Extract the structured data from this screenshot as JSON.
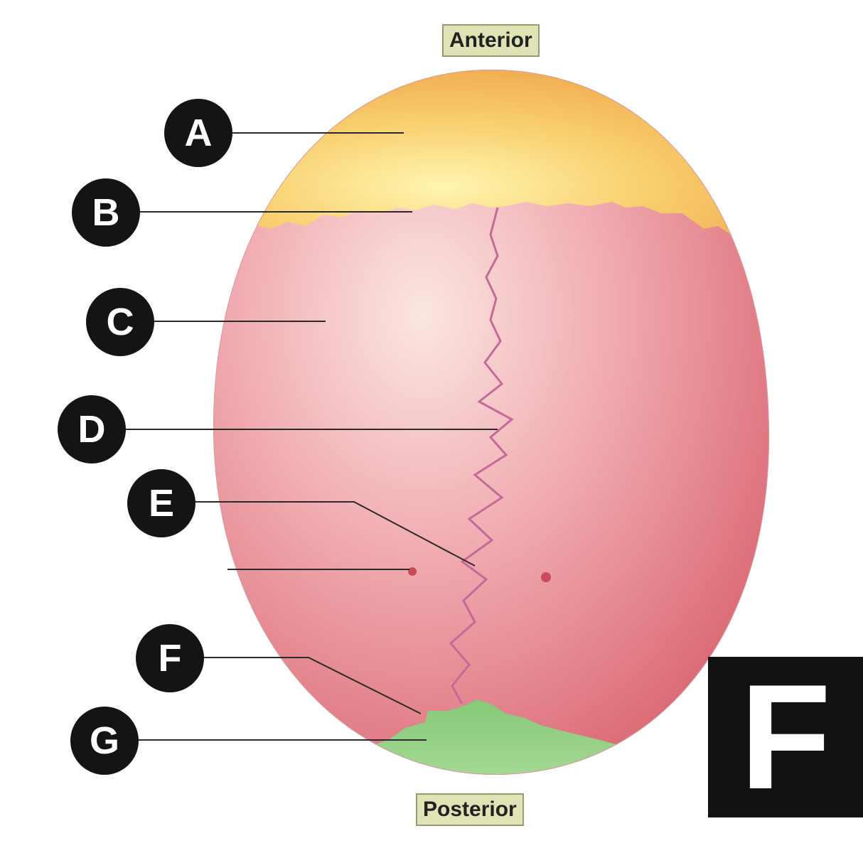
{
  "orientation": {
    "anterior": "Anterior",
    "posterior": "Posterior"
  },
  "markers": [
    "A",
    "B",
    "C",
    "D",
    "E",
    "F",
    "G"
  ],
  "panel_letter": "F",
  "colors": {
    "frontal_region": "#f2b45c",
    "parietal_region": "#e8808a",
    "occipital_region": "#8fcf7e",
    "suture": "#c46a98",
    "marker_fill": "#141414",
    "label_bg": "#dfe3b5"
  }
}
